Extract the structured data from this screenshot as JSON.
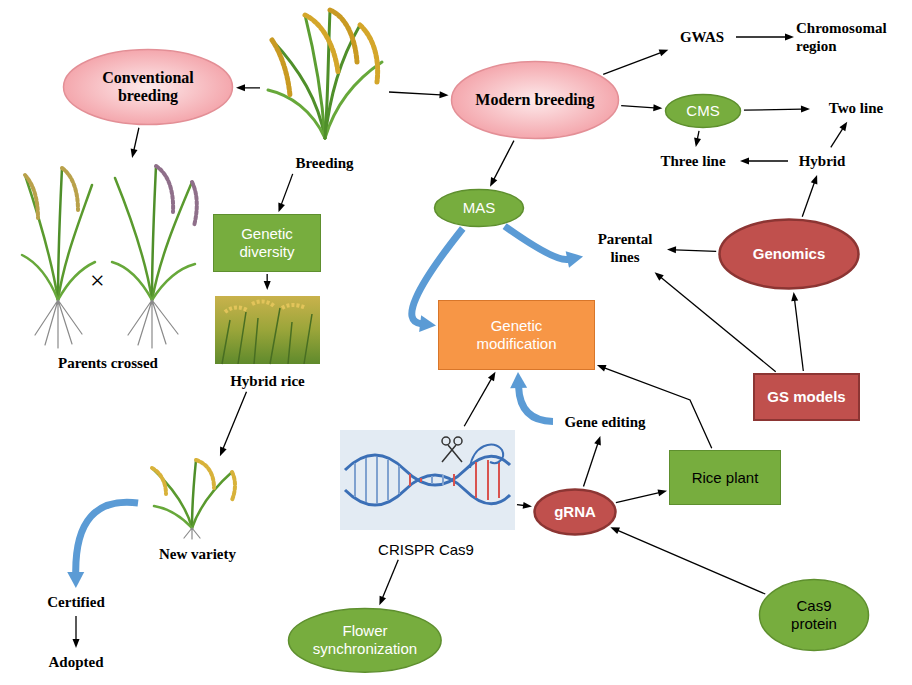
{
  "diagram": {
    "nodes": [
      {
        "text": [
          "Conventional breeding"
        ]
      },
      {
        "text": [
          "Breeding"
        ]
      },
      {
        "text": [
          "Modern breeding"
        ]
      },
      {
        "text": [
          "GWAS"
        ]
      },
      {
        "text": [
          "Chromosomal region"
        ]
      },
      {
        "text": [
          "CMS"
        ]
      },
      {
        "text": [
          "Two line"
        ]
      },
      {
        "text": [
          "Three line"
        ]
      },
      {
        "text": [
          "Hybrid"
        ]
      },
      {
        "text": [
          "Genetic diversity"
        ]
      },
      {
        "text": [
          "MAS"
        ]
      },
      {
        "text": [
          "Parental lines"
        ]
      },
      {
        "text": [
          "Genomics"
        ]
      },
      {
        "text": [
          "Parents crossed"
        ]
      },
      {
        "text": [
          "Genetic modification"
        ]
      },
      {
        "text": [
          "GS models"
        ]
      },
      {
        "text": [
          "Hybrid rice"
        ]
      },
      {
        "text": [
          "Gene editing"
        ]
      },
      {
        "text": [
          "Rice plant"
        ]
      },
      {
        "text": [
          "CRISPR Cas9"
        ]
      },
      {
        "text": [
          "New variety"
        ]
      },
      {
        "text": [
          "gRNA"
        ]
      },
      {
        "text": [
          "Certified"
        ]
      },
      {
        "text": [
          "Adopted"
        ]
      },
      {
        "text": [
          "Flower synchronization"
        ]
      },
      {
        "text": [
          "Cas9 protein"
        ]
      }
    ],
    "edges": [
      {
        "from": 1,
        "to": 0,
        "arrow": "to"
      },
      {
        "from": 1,
        "to": 2,
        "arrow": "to"
      },
      {
        "from": 1,
        "to": 9,
        "arrow": "to"
      },
      {
        "from": 0,
        "to": 13,
        "arrow": "to"
      },
      {
        "from": 2,
        "to": 3,
        "arrow": "to"
      },
      {
        "from": 3,
        "to": 4,
        "arrow": "to"
      },
      {
        "from": 2,
        "to": 5,
        "arrow": "to"
      },
      {
        "from": 5,
        "to": 6,
        "arrow": "to"
      },
      {
        "from": 5,
        "to": 7,
        "arrow": "to"
      },
      {
        "from": 8,
        "to": 6,
        "arrow": "to"
      },
      {
        "from": 8,
        "to": 7,
        "arrow": "to"
      },
      {
        "from": 12,
        "to": 8,
        "arrow": "to"
      },
      {
        "from": 12,
        "to": 11,
        "arrow": "to"
      },
      {
        "from": 15,
        "to": 12,
        "arrow": "to"
      },
      {
        "from": 15,
        "to": 11,
        "arrow": "to"
      },
      {
        "from": 2,
        "to": 10,
        "arrow": "to"
      },
      {
        "from": 10,
        "to": 14,
        "arrow": "to"
      },
      {
        "from": 10,
        "to": 11,
        "arrow": "to"
      },
      {
        "from": 9,
        "to": 16,
        "arrow": "to"
      },
      {
        "from": 16,
        "to": 20,
        "arrow": "to"
      },
      {
        "from": 20,
        "to": 22,
        "arrow": "to"
      },
      {
        "from": 22,
        "to": 23,
        "arrow": "to"
      },
      {
        "from": 19,
        "to": 14,
        "arrow": "to"
      },
      {
        "from": 19,
        "to": 24,
        "arrow": "to"
      },
      {
        "from": 19,
        "to": 21,
        "arrow": "to"
      },
      {
        "from": 21,
        "to": 17,
        "arrow": "to"
      },
      {
        "from": 21,
        "to": 18,
        "arrow": "to"
      },
      {
        "from": 25,
        "to": 21,
        "arrow": "to"
      },
      {
        "from": 18,
        "to": 14,
        "arrow": "to"
      },
      {
        "from": 17,
        "to": 14,
        "arrow": "to"
      }
    ],
    "labels": [
      "×"
    ]
  }
}
